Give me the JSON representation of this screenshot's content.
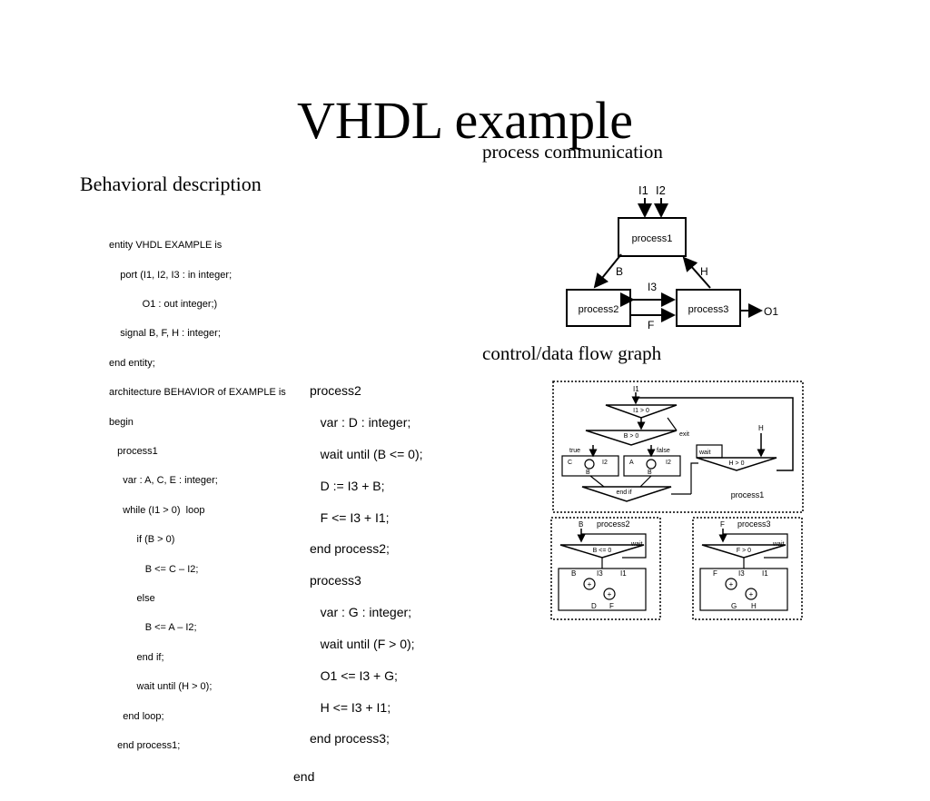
{
  "slide": {
    "title": "VHDL example",
    "caption_left": "Behavioral description",
    "caption_pc": "process communication",
    "caption_cdfg": "control/data flow graph"
  },
  "code_left": [
    "entity VHDL EXAMPLE is",
    "    port (I1, I2, I3 : in integer;",
    "            O1 : out integer;)",
    "    signal B, F, H : integer;",
    "end entity;",
    "architecture BEHAVIOR of EXAMPLE is",
    "begin",
    "   process1",
    "     var : A, C, E : integer;",
    "     while (I1 > 0)  loop",
    "          if (B > 0)",
    "             B <= C – I2;",
    "          else",
    "             B <= A – I2;",
    "          end if;",
    "          wait until (H > 0);",
    "     end loop;",
    "   end process1;"
  ],
  "code_right": [
    "process2",
    "   var : D : integer;",
    "   wait until (B <= 0);",
    "   D := I3 + B;",
    "   F <= I3 + I1;",
    "end process2;",
    "process3",
    "   var : G : integer;",
    "   wait until (F > 0);",
    "   O1 <= I3 + G;",
    "   H <= I3 + I1;",
    "end process3;",
    "end"
  ],
  "process_comm": {
    "inputs": [
      "I1",
      "I2"
    ],
    "nodes": [
      "process1",
      "process2",
      "process3"
    ],
    "signals": [
      "B",
      "H",
      "I3",
      "F"
    ],
    "output": "O1"
  },
  "cdfg": {
    "p1": {
      "input": "I1",
      "cond1": "I1 > 0",
      "exit": "exit",
      "cond2": "B > 0",
      "true": "true",
      "false": "false",
      "op_left_a": "C",
      "op_left_b": "I2",
      "op_right_a": "A",
      "op_right_b": "I2",
      "out_left": "B",
      "out_right": "B",
      "endif": "end if",
      "wait": "wait",
      "wait_cond": "H > 0",
      "wait_in": "H",
      "label": "process1"
    },
    "p2": {
      "input": "B",
      "label": "process2",
      "cond": "B <= 0",
      "wait": "wait",
      "ins": [
        "B",
        "I3",
        "I1"
      ],
      "op": "+",
      "outs": [
        "D",
        "F"
      ]
    },
    "p3": {
      "input": "F",
      "label": "process3",
      "cond": "F > 0",
      "wait": "wait",
      "ins": [
        "F",
        "I3",
        "I1"
      ],
      "op": "+",
      "outs": [
        "G",
        "H"
      ]
    }
  }
}
